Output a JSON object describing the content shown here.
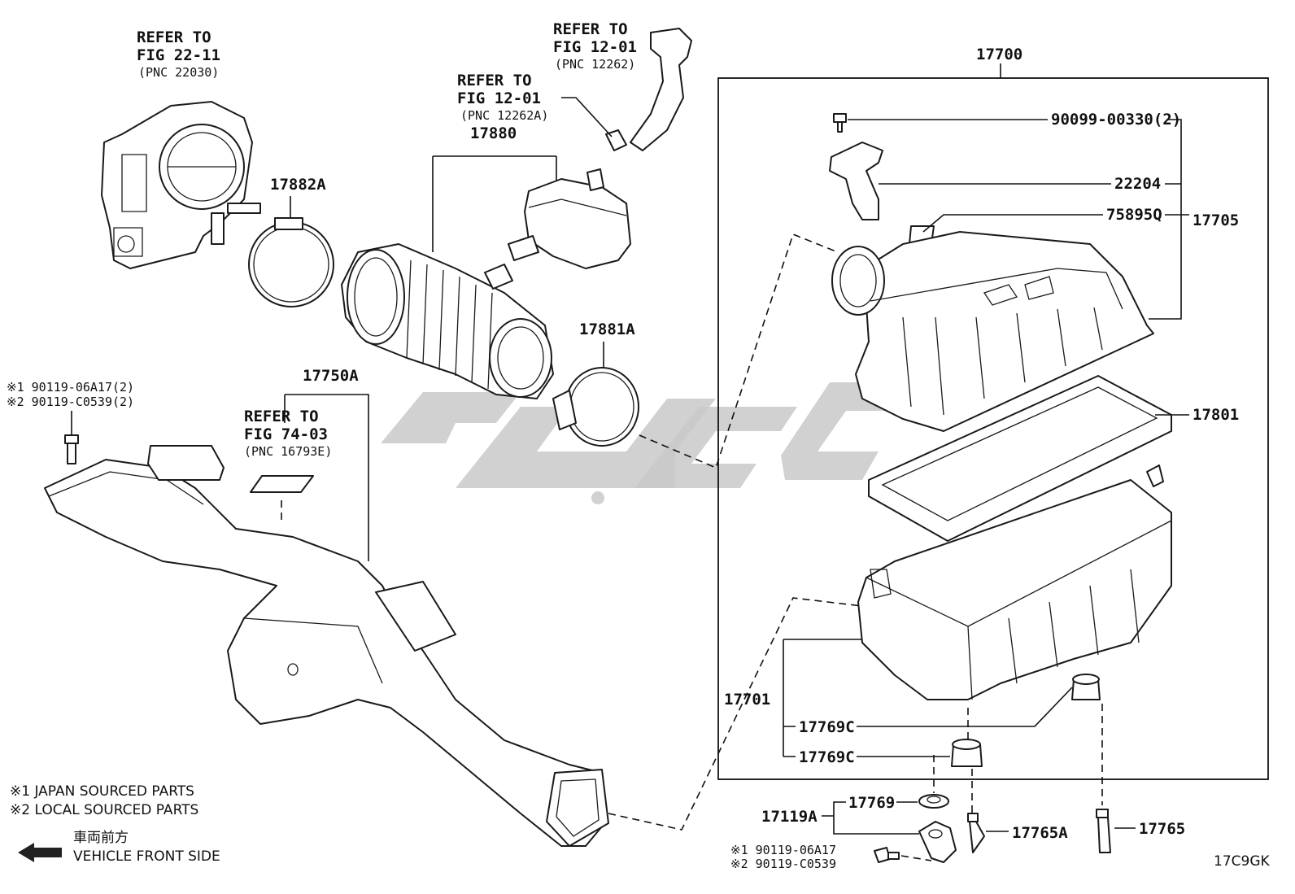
{
  "diagram": {
    "parts": {
      "p17700": "17700",
      "p90099": "90099-00330(2)",
      "p22204": "22204",
      "p75895Q": "75895Q",
      "p17705": "17705",
      "p17801": "17801",
      "p17701": "17701",
      "p17769C_a": "17769C",
      "p17769C_b": "17769C",
      "p17769": "17769",
      "p17119A": "17119A",
      "p17765A": "17765A",
      "p17765": "17765",
      "p17882A": "17882A",
      "p17880": "17880",
      "p17881A": "17881A",
      "p17750A": "17750A"
    },
    "refs": {
      "throttle": [
        "REFER TO",
        "FIG 22-11",
        "(PNC 22030)"
      ],
      "hose": [
        "REFER TO",
        "FIG 12-01",
        "(PNC 12262)"
      ],
      "clamp": [
        "REFER TO",
        "FIG 12-01",
        "(PNC 12262A)"
      ],
      "fig74": [
        "REFER TO",
        "FIG 74-03",
        "(PNC 16793E)"
      ]
    },
    "bolt_top": [
      "※1 90119-06A17(2)",
      "※2 90119-C0539(2)"
    ],
    "bolt_bottom": [
      "※1 90119-06A17",
      "※2 90119-C0539"
    ],
    "notes": [
      "※1 JAPAN SOURCED PARTS",
      "※2 LOCAL SOURCED PARTS"
    ],
    "front_jp": "車両前方",
    "front_en": "VEHICLE FRONT SIDE",
    "code": "17C9GK"
  }
}
